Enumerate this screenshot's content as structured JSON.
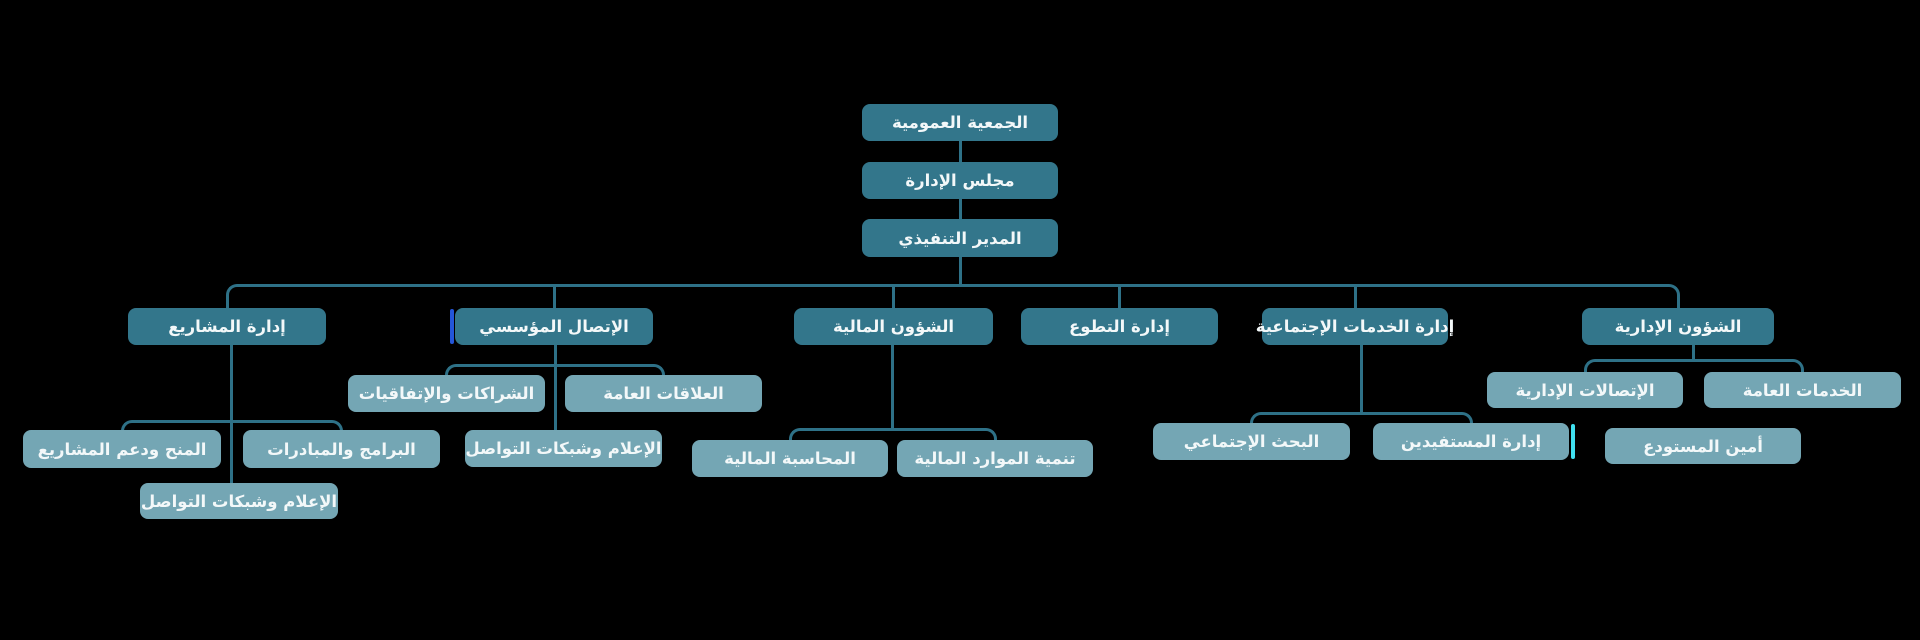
{
  "palette": {
    "background": "#000000",
    "primary_node": "#33768B",
    "secondary_node": "#74A6B4",
    "connector": "#2E7187",
    "node_text": "#F3F8F9",
    "selection_blue": "#2456D9",
    "selection_cyan": "#40E0F0"
  },
  "nodes": [
    {
      "id": "general-assembly",
      "label": "الجمعية العمومية",
      "level": "primary"
    },
    {
      "id": "board-of-directors",
      "label": "مجلس الإدارة",
      "level": "primary"
    },
    {
      "id": "executive-director",
      "label": "المدير التنفيذي",
      "level": "primary"
    },
    {
      "id": "projects-dept",
      "label": "إدارة المشاريع",
      "level": "primary"
    },
    {
      "id": "corporate-communication-dept",
      "label": "الإتصال المؤسسي",
      "level": "primary",
      "selection": "blue-left"
    },
    {
      "id": "financial-affairs-dept",
      "label": "الشؤون المالية",
      "level": "primary"
    },
    {
      "id": "volunteering-dept",
      "label": "إدارة التطوع",
      "level": "primary"
    },
    {
      "id": "social-services-dept",
      "label": "إدارة الخدمات الإجتماعية",
      "level": "primary"
    },
    {
      "id": "administrative-affairs-dept",
      "label": "الشؤون الإدارية",
      "level": "primary"
    },
    {
      "id": "grants-project-support",
      "label": "المنح ودعم المشاريع",
      "level": "secondary"
    },
    {
      "id": "programs-initiatives",
      "label": "البرامج والمبادرات",
      "level": "secondary"
    },
    {
      "id": "projects-media-networks",
      "label": "الإعلام وشبكات التواصل",
      "level": "secondary"
    },
    {
      "id": "partnerships-agreements",
      "label": "الشراكات والإتفاقيات",
      "level": "secondary"
    },
    {
      "id": "public-relations",
      "label": "العلاقات العامة",
      "level": "secondary"
    },
    {
      "id": "communication-media-networks",
      "label": "الإعلام وشبكات التواصل",
      "level": "secondary"
    },
    {
      "id": "financial-accounting",
      "label": "المحاسبة المالية",
      "level": "secondary"
    },
    {
      "id": "financial-resources-development",
      "label": "تنمية الموارد المالية",
      "level": "secondary"
    },
    {
      "id": "social-research",
      "label": "البحث الإجتماعي",
      "level": "secondary"
    },
    {
      "id": "beneficiaries-management",
      "label": "إدارة المستفيدين",
      "level": "secondary",
      "selection": "cyan-right"
    },
    {
      "id": "administrative-communications",
      "label": "الإتصالات الإدارية",
      "level": "secondary"
    },
    {
      "id": "general-services",
      "label": "الخدمات العامة",
      "level": "secondary"
    },
    {
      "id": "warehouse-keeper",
      "label": "أمين المستودع",
      "level": "secondary"
    }
  ],
  "hierarchy": {
    "root_chain": [
      "general-assembly",
      "board-of-directors",
      "executive-director"
    ],
    "departments": [
      "projects-dept",
      "corporate-communication-dept",
      "financial-affairs-dept",
      "volunteering-dept",
      "social-services-dept",
      "administrative-affairs-dept"
    ],
    "children": {
      "projects-dept": [
        "grants-project-support",
        "programs-initiatives",
        "projects-media-networks"
      ],
      "corporate-communication-dept": [
        "partnerships-agreements",
        "public-relations",
        "communication-media-networks"
      ],
      "financial-affairs-dept": [
        "financial-accounting",
        "financial-resources-development"
      ],
      "volunteering-dept": [],
      "social-services-dept": [
        "social-research",
        "beneficiaries-management"
      ],
      "administrative-affairs-dept": [
        "administrative-communications",
        "general-services",
        "warehouse-keeper"
      ]
    }
  }
}
